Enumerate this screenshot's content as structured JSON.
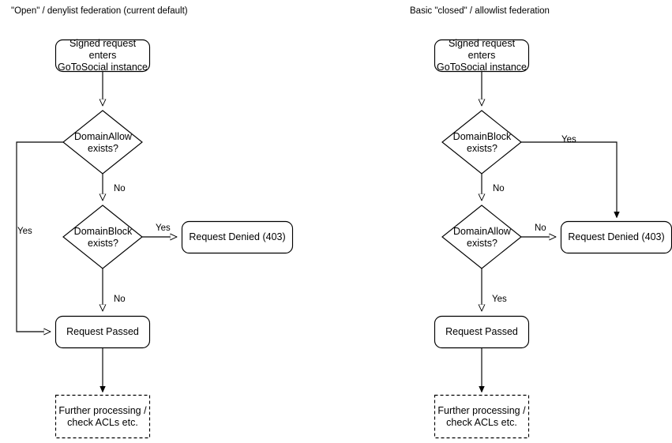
{
  "diagrams": [
    {
      "id": "open-denylist",
      "title": "\"Open\" / denylist federation (current default)",
      "nodes": {
        "start": "Signed request enters\nGoToSocial instance",
        "decision1": "DomainAllow\nexists?",
        "decision2": "DomainBlock\nexists?",
        "denied": "Request Denied (403)",
        "passed": "Request Passed",
        "further": "Further processing /\ncheck ACLs etc."
      },
      "edge_labels": {
        "allow_yes": "Yes",
        "allow_no": "No",
        "block_yes": "Yes",
        "block_no": "No"
      }
    },
    {
      "id": "closed-allowlist",
      "title": "Basic \"closed\" / allowlist federation",
      "nodes": {
        "start": "Signed request enters\nGoToSocial instance",
        "decision1": "DomainBlock\nexists?",
        "decision2": "DomainAllow\nexists?",
        "denied": "Request Denied (403)",
        "passed": "Request Passed",
        "further": "Further processing /\ncheck ACLs etc."
      },
      "edge_labels": {
        "block_yes": "Yes",
        "block_no": "No",
        "allow_no": "No",
        "allow_yes": "Yes"
      }
    }
  ],
  "style": {
    "stroke": "#000000",
    "fill": "#ffffff",
    "background": "#ffffff"
  }
}
